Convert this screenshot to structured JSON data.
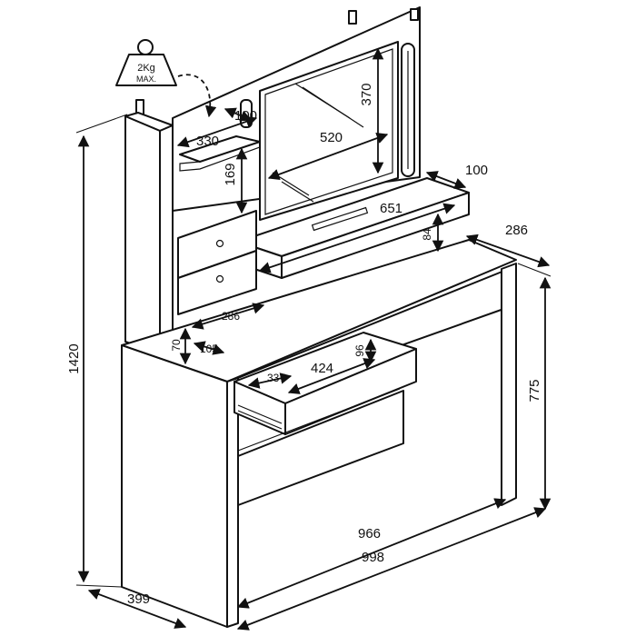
{
  "weight_badge": {
    "load": "2Kg",
    "note": "MAX."
  },
  "dimensions": {
    "total_height": "1420",
    "desk_height": "775",
    "desk_depth": "399",
    "total_width": "998",
    "desk_inner_width": "966",
    "desk_side_depth": "286",
    "top_shelf_depth": "100",
    "top_shelf_width": "651",
    "top_shelf_height": "84",
    "mirror_width": "520",
    "mirror_height": "370",
    "mirror_depth": "100",
    "side_shelf_width": "330",
    "side_shelf_height": "169",
    "small_drawer_depth": "286",
    "small_drawer_height": "70",
    "small_drawer_width": "105",
    "main_drawer_depth": "337",
    "main_drawer_width": "424",
    "main_drawer_height": "96"
  },
  "colors": {
    "line": "#111111",
    "background": "#ffffff"
  }
}
